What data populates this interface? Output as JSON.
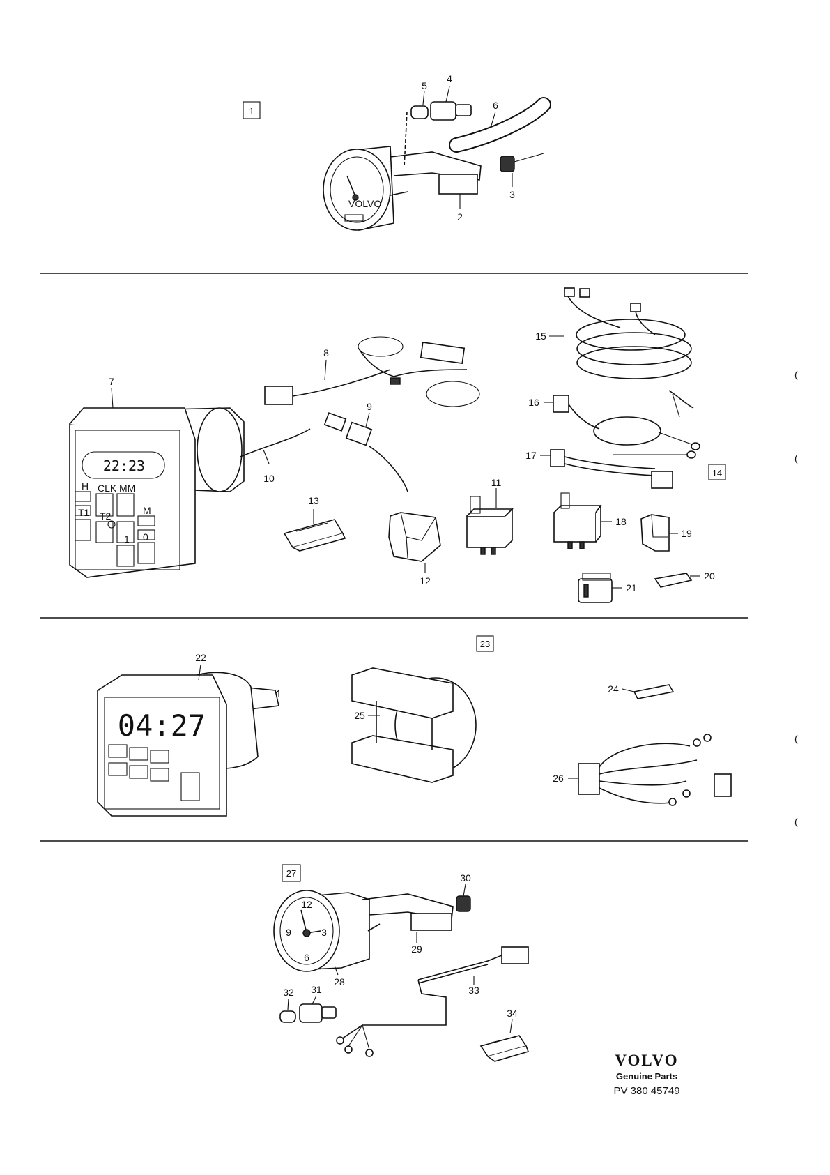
{
  "sections": [
    {
      "callouts": [
        "5",
        "4",
        "6",
        "3",
        "2"
      ],
      "group_box": "1"
    },
    {
      "callouts": [
        "7",
        "8",
        "9",
        "10",
        "13",
        "12",
        "11",
        "15",
        "16",
        "17",
        "18",
        "19",
        "20",
        "21"
      ],
      "group_box": "14",
      "display_text": "22:23",
      "button_labels": [
        "H",
        "CLK",
        "MM",
        "M",
        "T1",
        "T2",
        "1",
        "0"
      ]
    },
    {
      "callouts": [
        "22",
        "25",
        "24",
        "26"
      ],
      "group_box": "23",
      "display_text": "04:27"
    },
    {
      "callouts": [
        "30",
        "29",
        "28",
        "32",
        "31",
        "33",
        "34"
      ],
      "group_box": "27",
      "clock_numerals": [
        "12",
        "3",
        "6",
        "9"
      ]
    }
  ],
  "footer": {
    "brand": "VOLVO",
    "subtitle": "Genuine Parts",
    "part_code": "PV  380 45749"
  },
  "colors": {
    "ink": "#111111",
    "paper": "#ffffff"
  }
}
